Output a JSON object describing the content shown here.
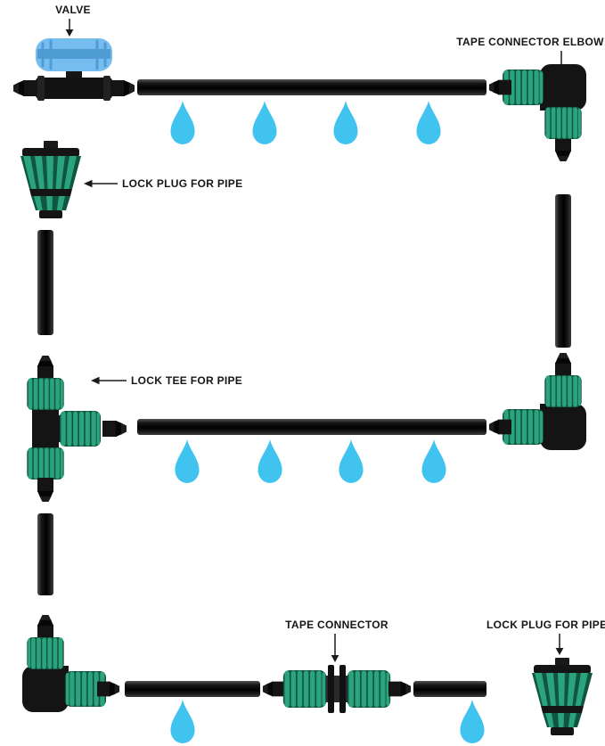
{
  "labels": {
    "valve": "VALVE",
    "tape_connector_elbow": "TAPE CONNECTOR ELBOW",
    "lock_plug_top": "LOCK PLUG FOR PIPE",
    "lock_tee": "LOCK TEE FOR PIPE",
    "tape_connector": "TAPE CONNECTOR",
    "lock_plug_bottom": "LOCK PLUG FOR PIPE"
  },
  "colors": {
    "background": "#ffffff",
    "pipe_black": "#0f0f0f",
    "droplet_cyan": "#41c3f0",
    "fitting_green": "#2ba37d",
    "fitting_green_dark": "#0f5541",
    "fitting_black": "#141414",
    "valve_handle_blue": "#74bdee",
    "label_text": "#161616"
  },
  "droplet_rows": [
    {
      "position": "below-top-pipe",
      "count": 4
    },
    {
      "position": "below-middle-pipe",
      "count": 4
    },
    {
      "position": "below-bottom-pipes",
      "count": 2
    }
  ]
}
